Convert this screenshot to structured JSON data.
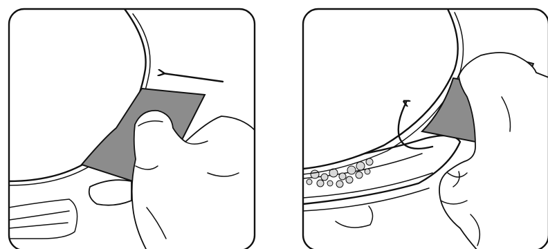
{
  "figure": {
    "colors": {
      "frame": "#111111",
      "background": "#ffffff",
      "tool_fill": "#8c8c8c",
      "bubble_fill": "#d9d9d9"
    },
    "panels": [
      {
        "position": "left",
        "tool": "card",
        "motion_icon": "arrow-left-icon"
      },
      {
        "position": "right",
        "tool": "card",
        "motion_icon": "rotate-arrow-icon",
        "detail": "bubbles"
      }
    ]
  }
}
